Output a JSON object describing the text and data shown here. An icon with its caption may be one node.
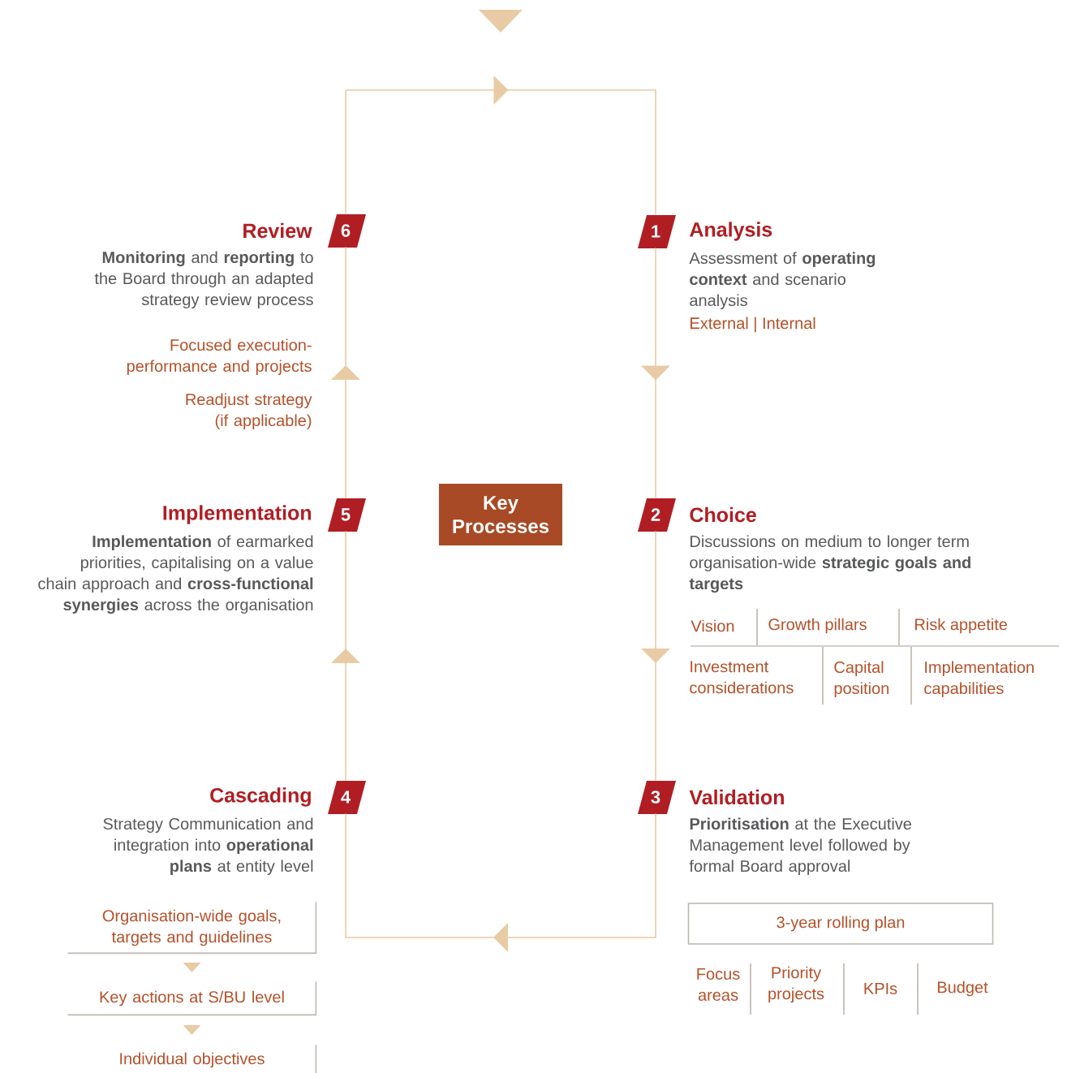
{
  "diagram": {
    "nodes": [
      {
        "text": [
          "1",
          "Analysis",
          "Assessment of **operating context** and scenario analysis"
        ]
      },
      {
        "text": [
          "2",
          "Choice",
          "Discussions on medium to longer term organisation-wide **strategic goals and targets**"
        ]
      },
      {
        "text": [
          "3",
          "Validation",
          "**Prioritisation** at the Executive Management level followed by formal Board approval"
        ]
      },
      {
        "text": [
          "Cascading",
          "4",
          "Strategy Communication and integration into **operational plans** at entity level"
        ]
      },
      {
        "text": [
          "Implementation",
          "5",
          "**Implementation** of earmarked priorities, capitalising on a value chain approach and **cross-functional synergies** across the organisation"
        ]
      },
      {
        "text": [
          "Review",
          "6",
          "**Monitoring** and **reporting** to the Board through an adapted strategy review process"
        ]
      },
      {
        "text": [
          "Key Processes"
        ]
      },
      {
        "text": [
          "3-year rolling plan"
        ]
      },
      {
        "text": [
          "Organisation-wide goals, targets and guidelines"
        ]
      },
      {
        "text": [
          "Key actions at S/BU level"
        ]
      },
      {
        "text": [
          "Individual objectives"
        ]
      }
    ],
    "edges": [
      {
        "from": 0,
        "to": 1,
        "arrow": "to"
      },
      {
        "from": 1,
        "to": 2,
        "arrow": "to"
      },
      {
        "from": 2,
        "to": 3,
        "arrow": "to"
      },
      {
        "from": 3,
        "to": 4,
        "arrow": "to"
      },
      {
        "from": 4,
        "to": 5,
        "arrow": "to"
      },
      {
        "from": 5,
        "to": 0,
        "arrow": "to"
      },
      {
        "from": 8,
        "to": 9,
        "arrow": "to"
      },
      {
        "from": 9,
        "to": 10,
        "arrow": "to"
      }
    ],
    "labels": [
      "External | Internal",
      "Focused execution-performance and projects",
      "Readjust strategy (if applicable)",
      "Vision",
      "Growth pillars",
      "Risk appetite",
      "Investment considerations",
      "Capital position",
      "Implementation capabilities",
      "Focus areas",
      "Priority projects",
      "KPIs",
      "Budget"
    ]
  }
}
